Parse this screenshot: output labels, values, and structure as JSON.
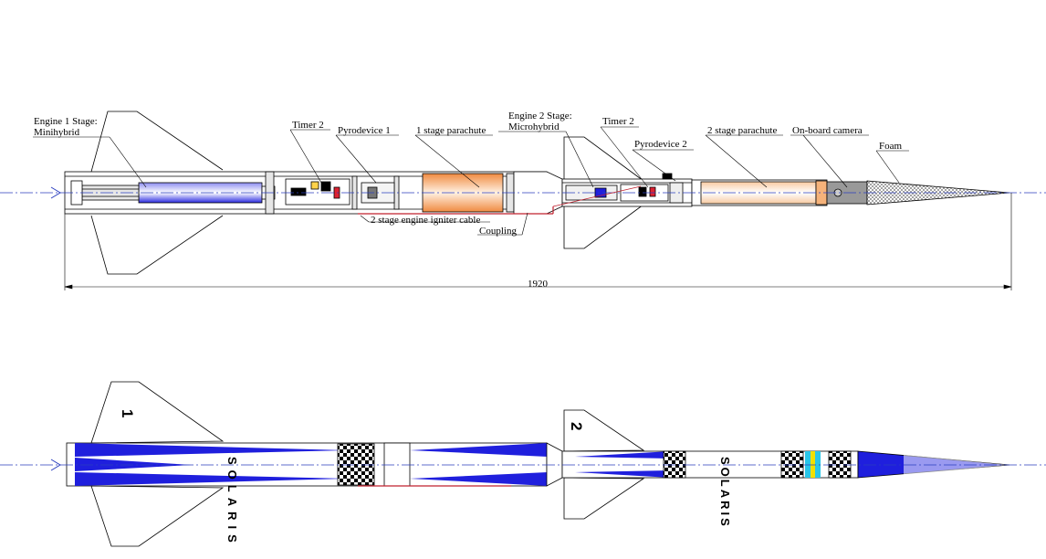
{
  "labels": {
    "engine1_line1": "Engine 1 Stage:",
    "engine1_line2": "Minihybrid",
    "timer2_a": "Timer 2",
    "pyro1": "Pyrodevice 1",
    "parachute1": "1 stage parachute",
    "engine2_line1": "Engine 2 Stage:",
    "engine2_line2": "Microhybrid",
    "timer2_b": "Timer 2",
    "pyro2": "Pyrodevice 2",
    "parachute2": "2 stage parachute",
    "camera": "On-board camera",
    "foam": "Foam",
    "igniter": "2 stage engine igniter cable",
    "coupling": "Coupling",
    "length": "1920"
  },
  "brand": {
    "text": "SOLARIS"
  },
  "stage_numbers": {
    "first": "1",
    "second": "2"
  },
  "colors": {
    "stroke": "#000000",
    "engine_blue": "#1f1fdd",
    "parachute_orange": "#f5a05a",
    "parachute2_fill": "#fde3c8",
    "centerline_blue": "#2b3fbf",
    "stripe_cyan": "#29c6e8",
    "stripe_yellow": "#f2e000",
    "cable_red": "#c0202f"
  }
}
